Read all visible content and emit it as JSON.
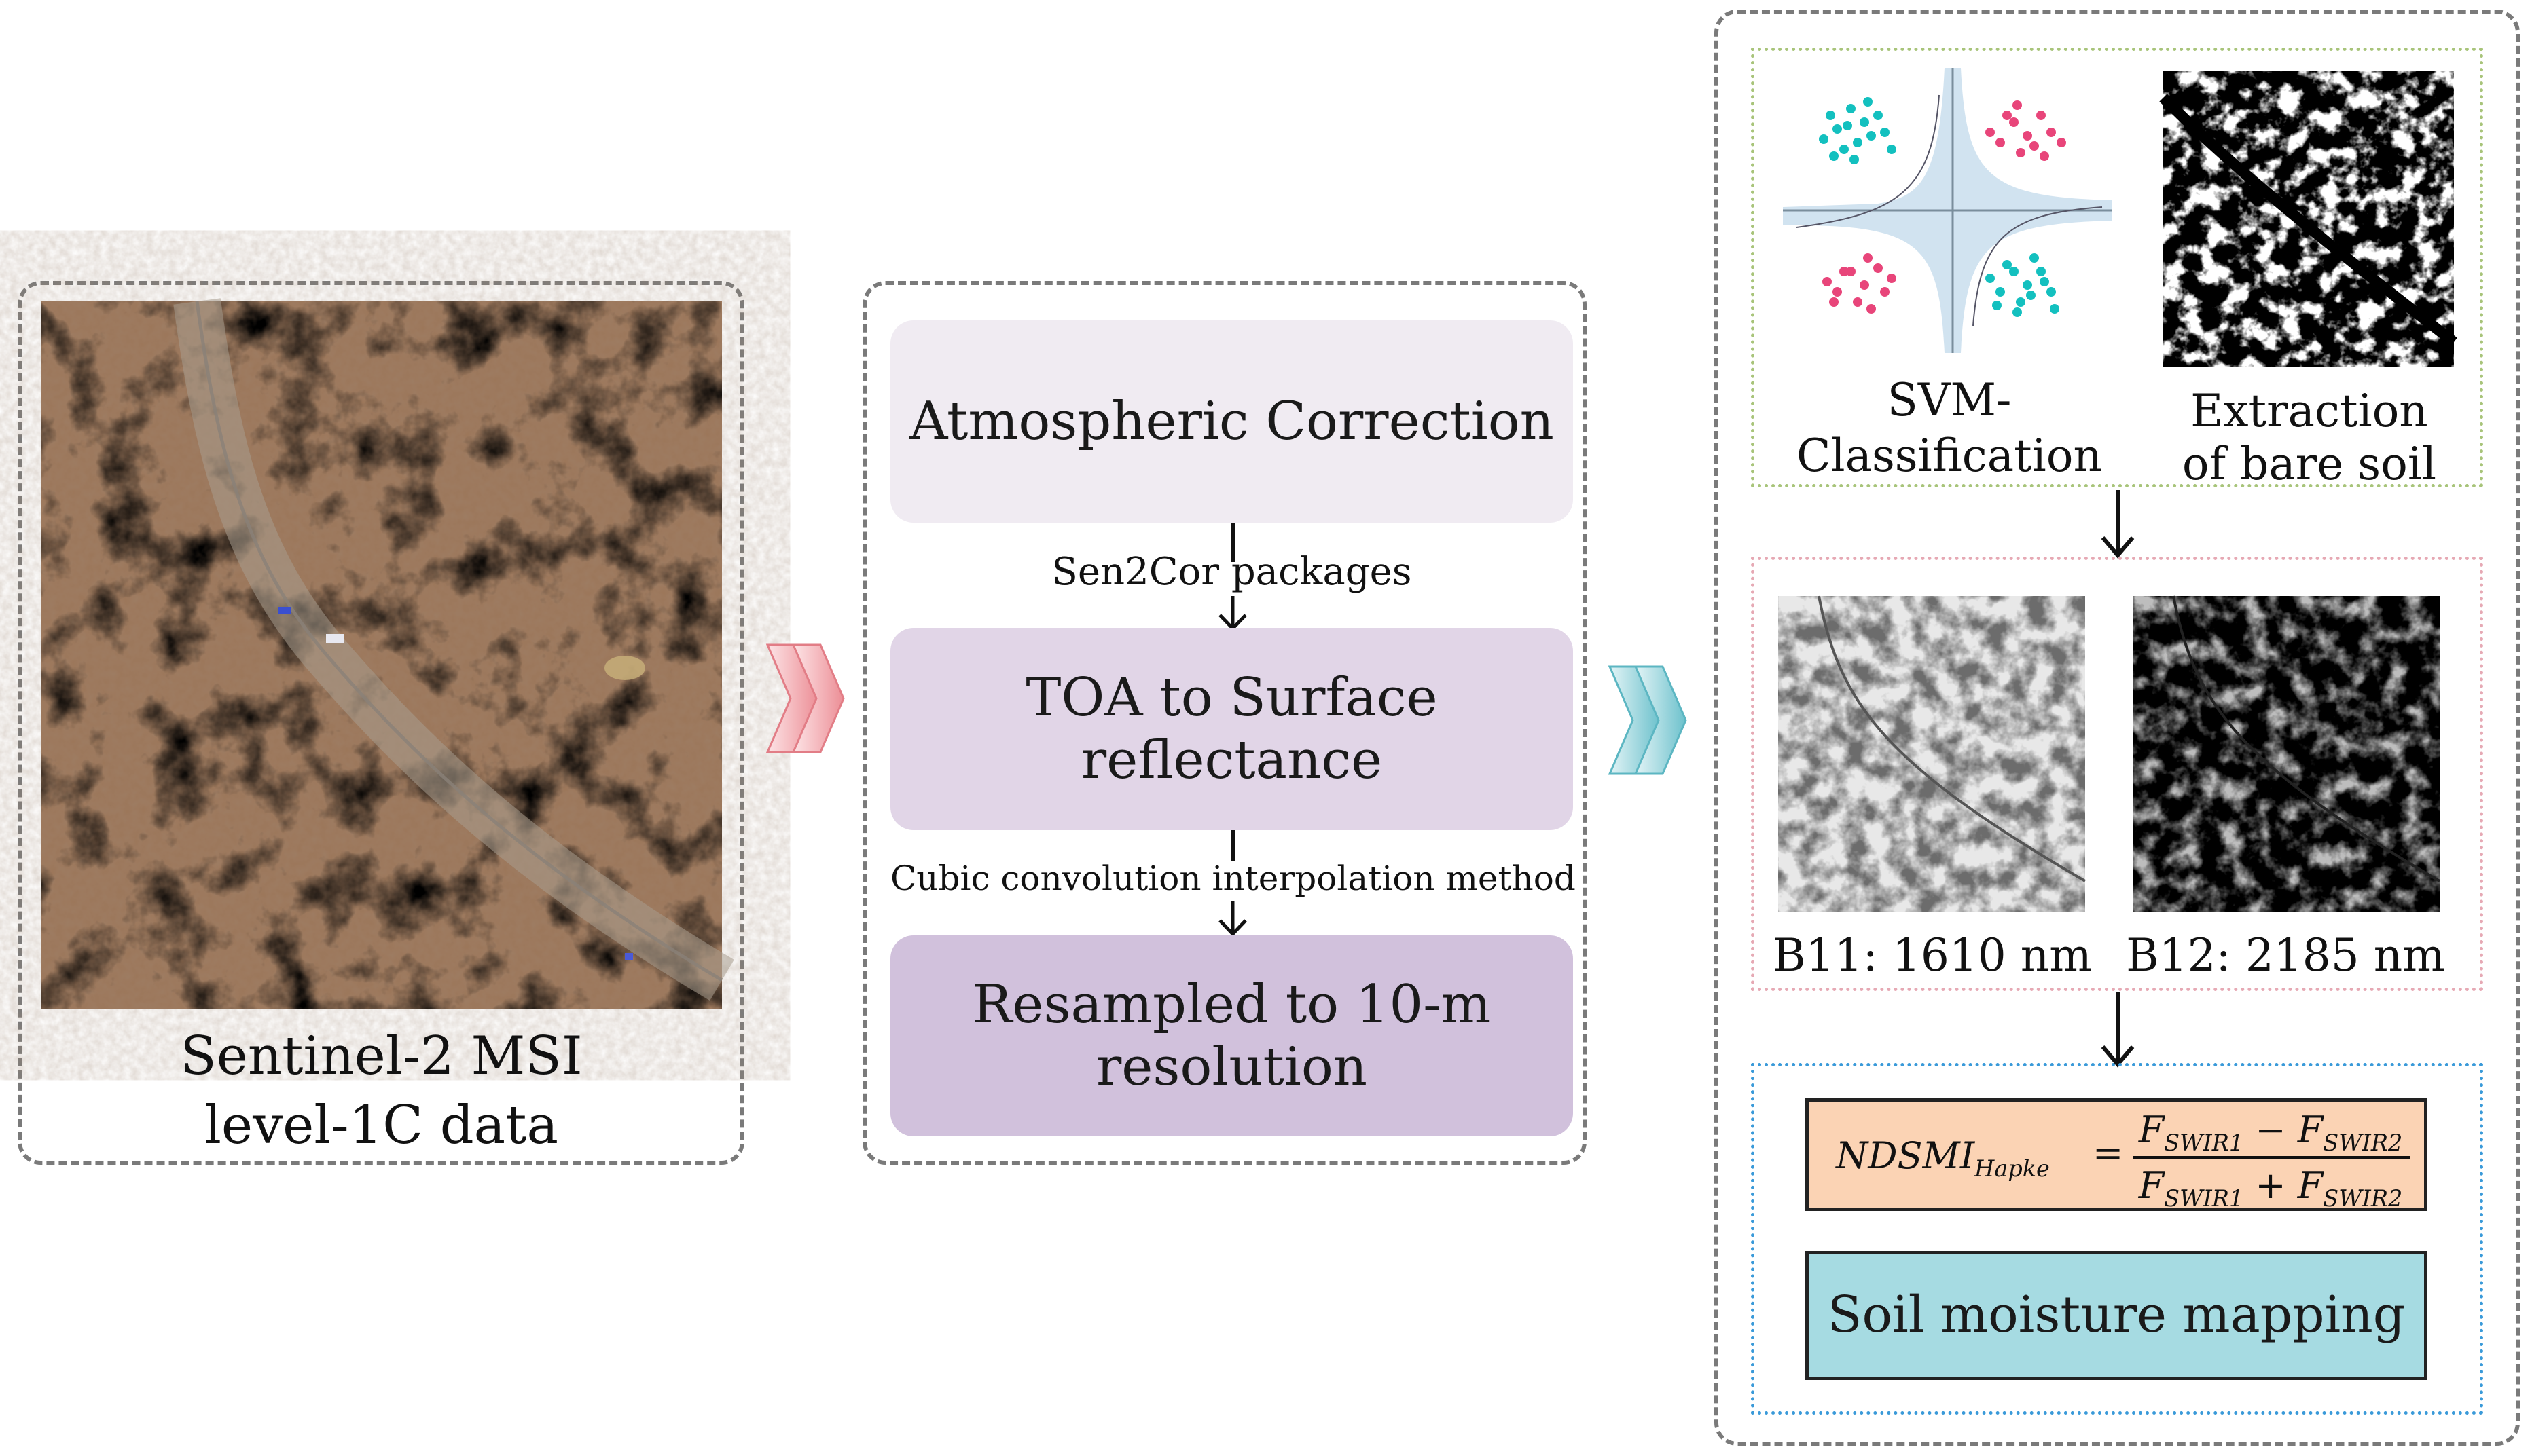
{
  "input": {
    "caption_line1": "Sentinel-2 MSI",
    "caption_line2": "level-1C data",
    "image_icon": "satellite-true-color-image"
  },
  "preprocessing": {
    "step1": "Atmospheric Correction",
    "tool1": "Sen2Cor packages",
    "step2": "TOA to Surface reflectance",
    "tool2": "Cubic convolution interpolation method",
    "step3_line1": "Resampled to 10-m",
    "step3_line2": "resolution",
    "colors": {
      "step1": "#f0ebf2",
      "step2": "#e1d5e7",
      "step3": "#d1c1dc"
    }
  },
  "analysis": {
    "svm_label_line1": "SVM-",
    "svm_label_line2": "Classification",
    "bare_label_line1": "Extraction",
    "bare_label_line2": "of bare soil",
    "b11_label": "B11: 1610 nm",
    "b12_label": "B12: 2185 nm",
    "formula": {
      "lhs_main": "NDSMI",
      "lhs_sub": "Hapke",
      "eq": "=",
      "num_a": "F",
      "num_a_sub": "SWIR1",
      "num_op": "−",
      "num_b": "F",
      "num_b_sub": "SWIR2",
      "den_a": "F",
      "den_a_sub": "SWIR1",
      "den_op": "+",
      "den_b": "F",
      "den_b_sub": "SWIR2"
    },
    "mapping_label": "Soil moisture mapping",
    "colors": {
      "svm_box_border": "#a8c47a",
      "band_box_border": "#e6a9b4",
      "result_box_border": "#3a9ad9",
      "formula_fill": "#fbd3b4",
      "mapping_fill": "#a6dbe2"
    }
  },
  "arrows": {
    "pink": "#eea0a6",
    "cyan": "#72c4cf"
  }
}
